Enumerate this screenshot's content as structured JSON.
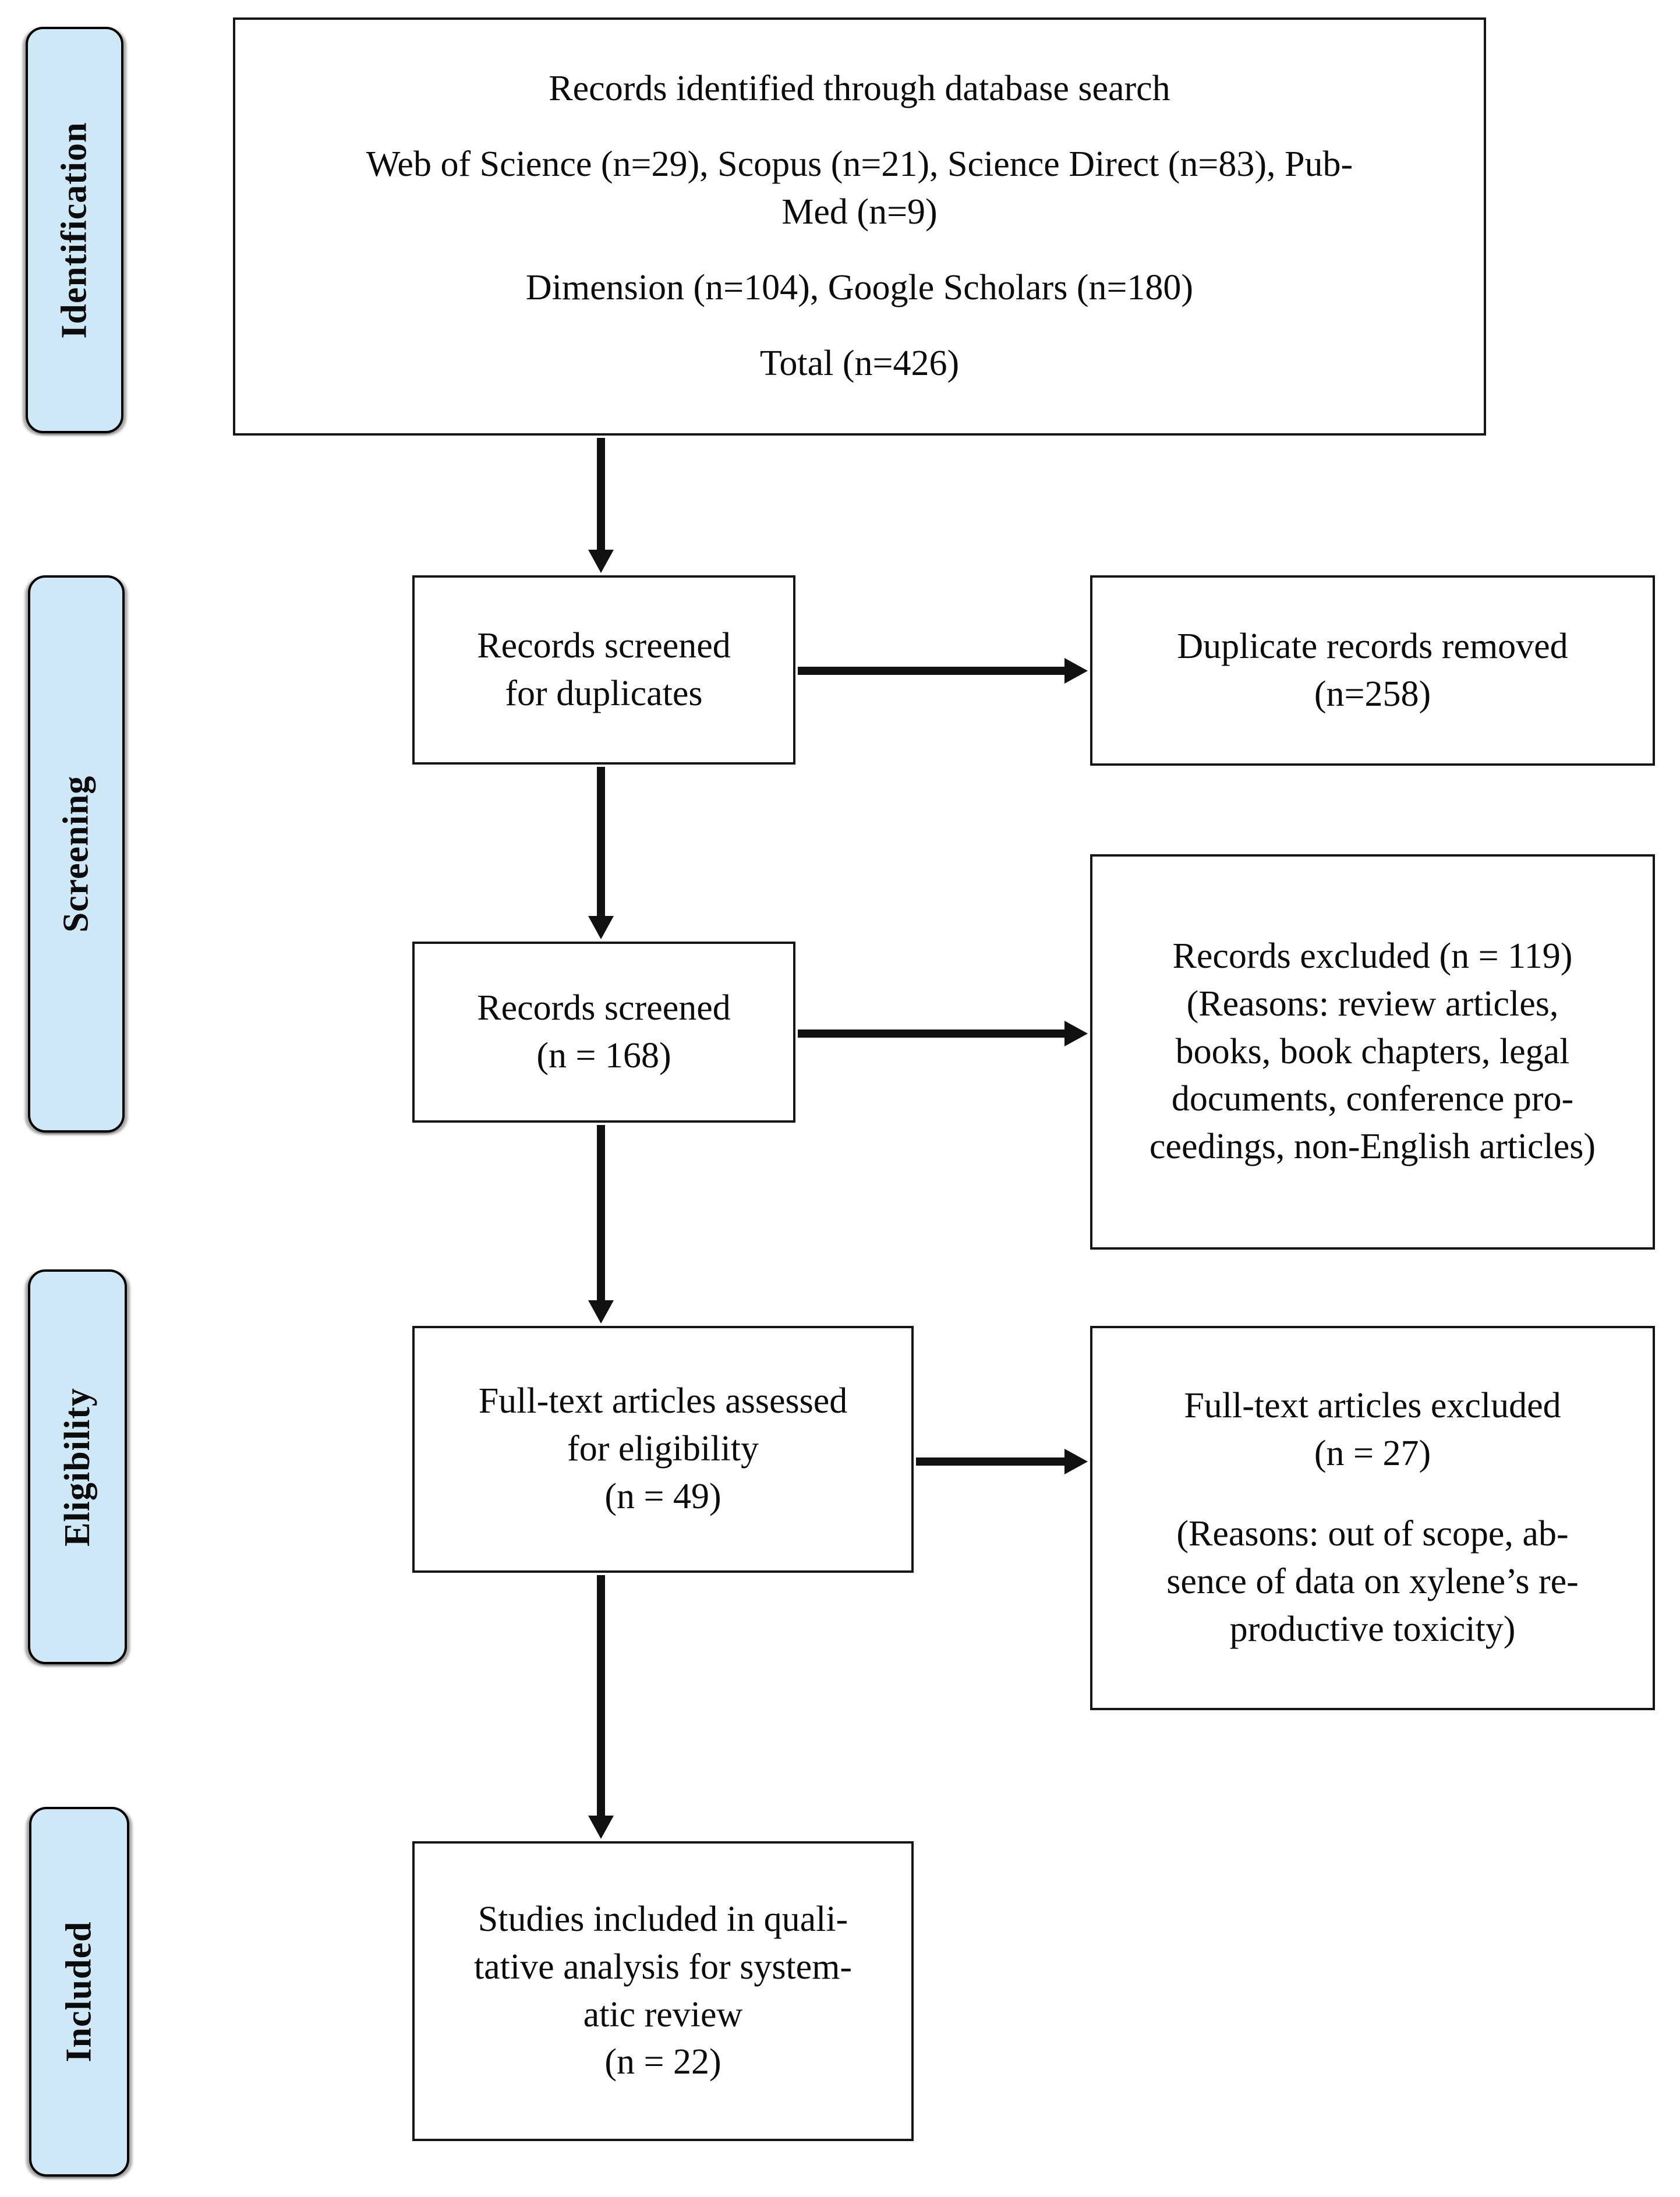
{
  "palette": {
    "stage_fill": "#cfe8f8",
    "stage_border": "#000000",
    "box_border": "#161616",
    "arrow": "#111111",
    "text": "#0c0c0c",
    "background": "#ffffff"
  },
  "stages": [
    {
      "label": "Identification"
    },
    {
      "label": "Screening"
    },
    {
      "label": "Eligibility"
    },
    {
      "label": "Included"
    }
  ],
  "boxes": {
    "records_identified": {
      "title": "Records identified through database search",
      "databases": "Web of Science (n=29), Scopus (n=21), Science Direct (n=83), Pub-\nMed (n=9)",
      "databases2": "Dimension (n=104), Google Scholars (n=180)",
      "total": "Total (n=426)"
    },
    "records_screened_for_duplicates": {
      "text": "Records screened\nfor duplicates"
    },
    "duplicate_records_removed": {
      "text": "Duplicate records removed\n(n=258)"
    },
    "records_screened": {
      "text": "Records screened\n(n = 168)"
    },
    "records_excluded": {
      "text": "Records excluded (n = 119)\n(Reasons: review articles,\nbooks, book chapters, legal\ndocuments, conference pro-\nceedings, non-English articles)"
    },
    "fulltext_assessed": {
      "text": "Full-text articles assessed\nfor eligibility\n(n = 49)"
    },
    "fulltext_excluded": {
      "p1": "Full-text articles excluded\n(n = 27)",
      "p2": "(Reasons: out of scope, ab-\nsence of data on xylene’s re-\nproductive toxicity)"
    },
    "studies_included": {
      "text": "Studies included in quali-\ntative analysis for system-\natic review\n(n = 22)"
    }
  }
}
